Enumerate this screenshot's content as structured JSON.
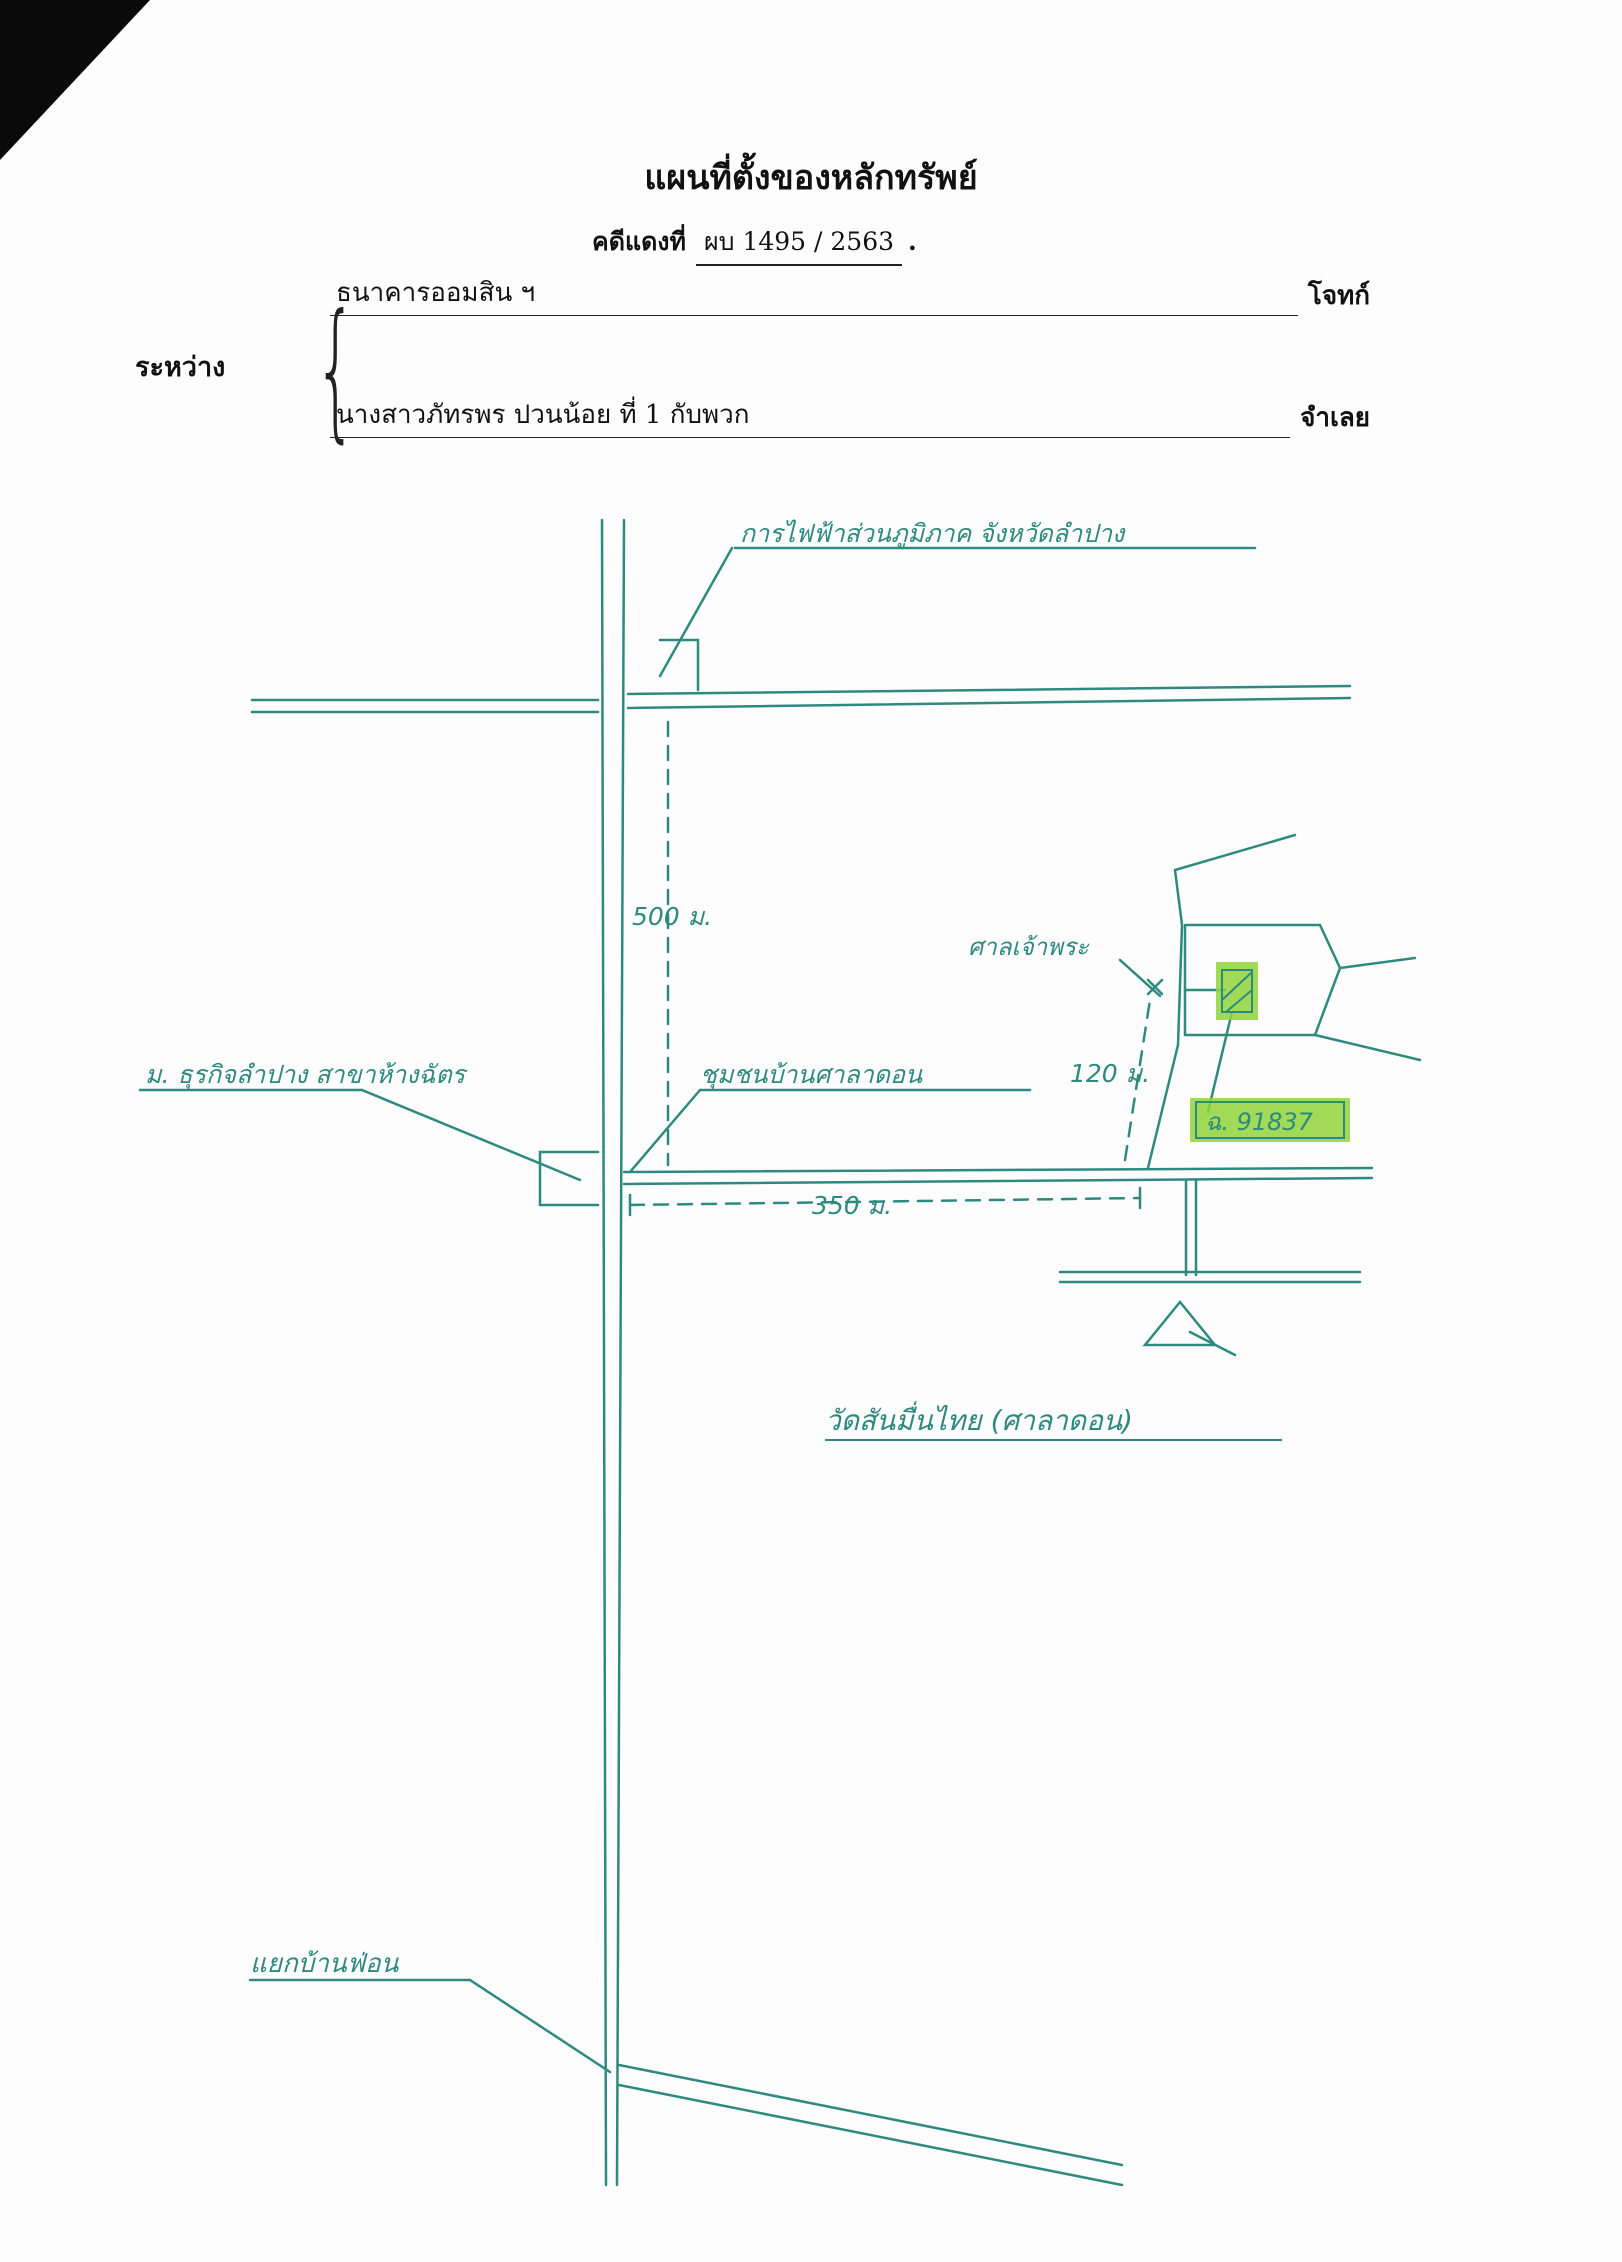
{
  "document": {
    "title": "แผนที่ตั้งของหลักทรัพย์",
    "case_label": "คดีแดงที่",
    "case_number": "ผบ 1495 / 2563",
    "case_suffix": ".",
    "between_label": "ระหว่าง",
    "plaintiff_name": "ธนาคารออมสิน ฯ",
    "plaintiff_role": "โจทก์",
    "defendant_name": "นางสาวภัทรพร ปวนน้อย ที่ 1 กับพวก",
    "defendant_role": "จำเลย"
  },
  "map": {
    "labels": {
      "electric_office": "การไฟฟ้าส่วนภูมิภาค จังหวัดลำปาง",
      "distance_500": "500 ม.",
      "distance_120": "120 ม.",
      "distance_350": "350 ม.",
      "university": "ม. ธุรกิจลำปาง สาขาห้างฉัตร",
      "community": "ชุมชนบ้านศาลาดอน",
      "temple_shrine": "ศาลเจ้าพระ",
      "deed_number": "ฉ. 91837",
      "temple": "วัดสันมื่นไทย (ศาลาดอน)",
      "junction": "แยกบ้านฟ่อน"
    },
    "colors": {
      "ink": "#2e8a7f",
      "highlight": "#8fd33a",
      "text": "#111111"
    }
  }
}
